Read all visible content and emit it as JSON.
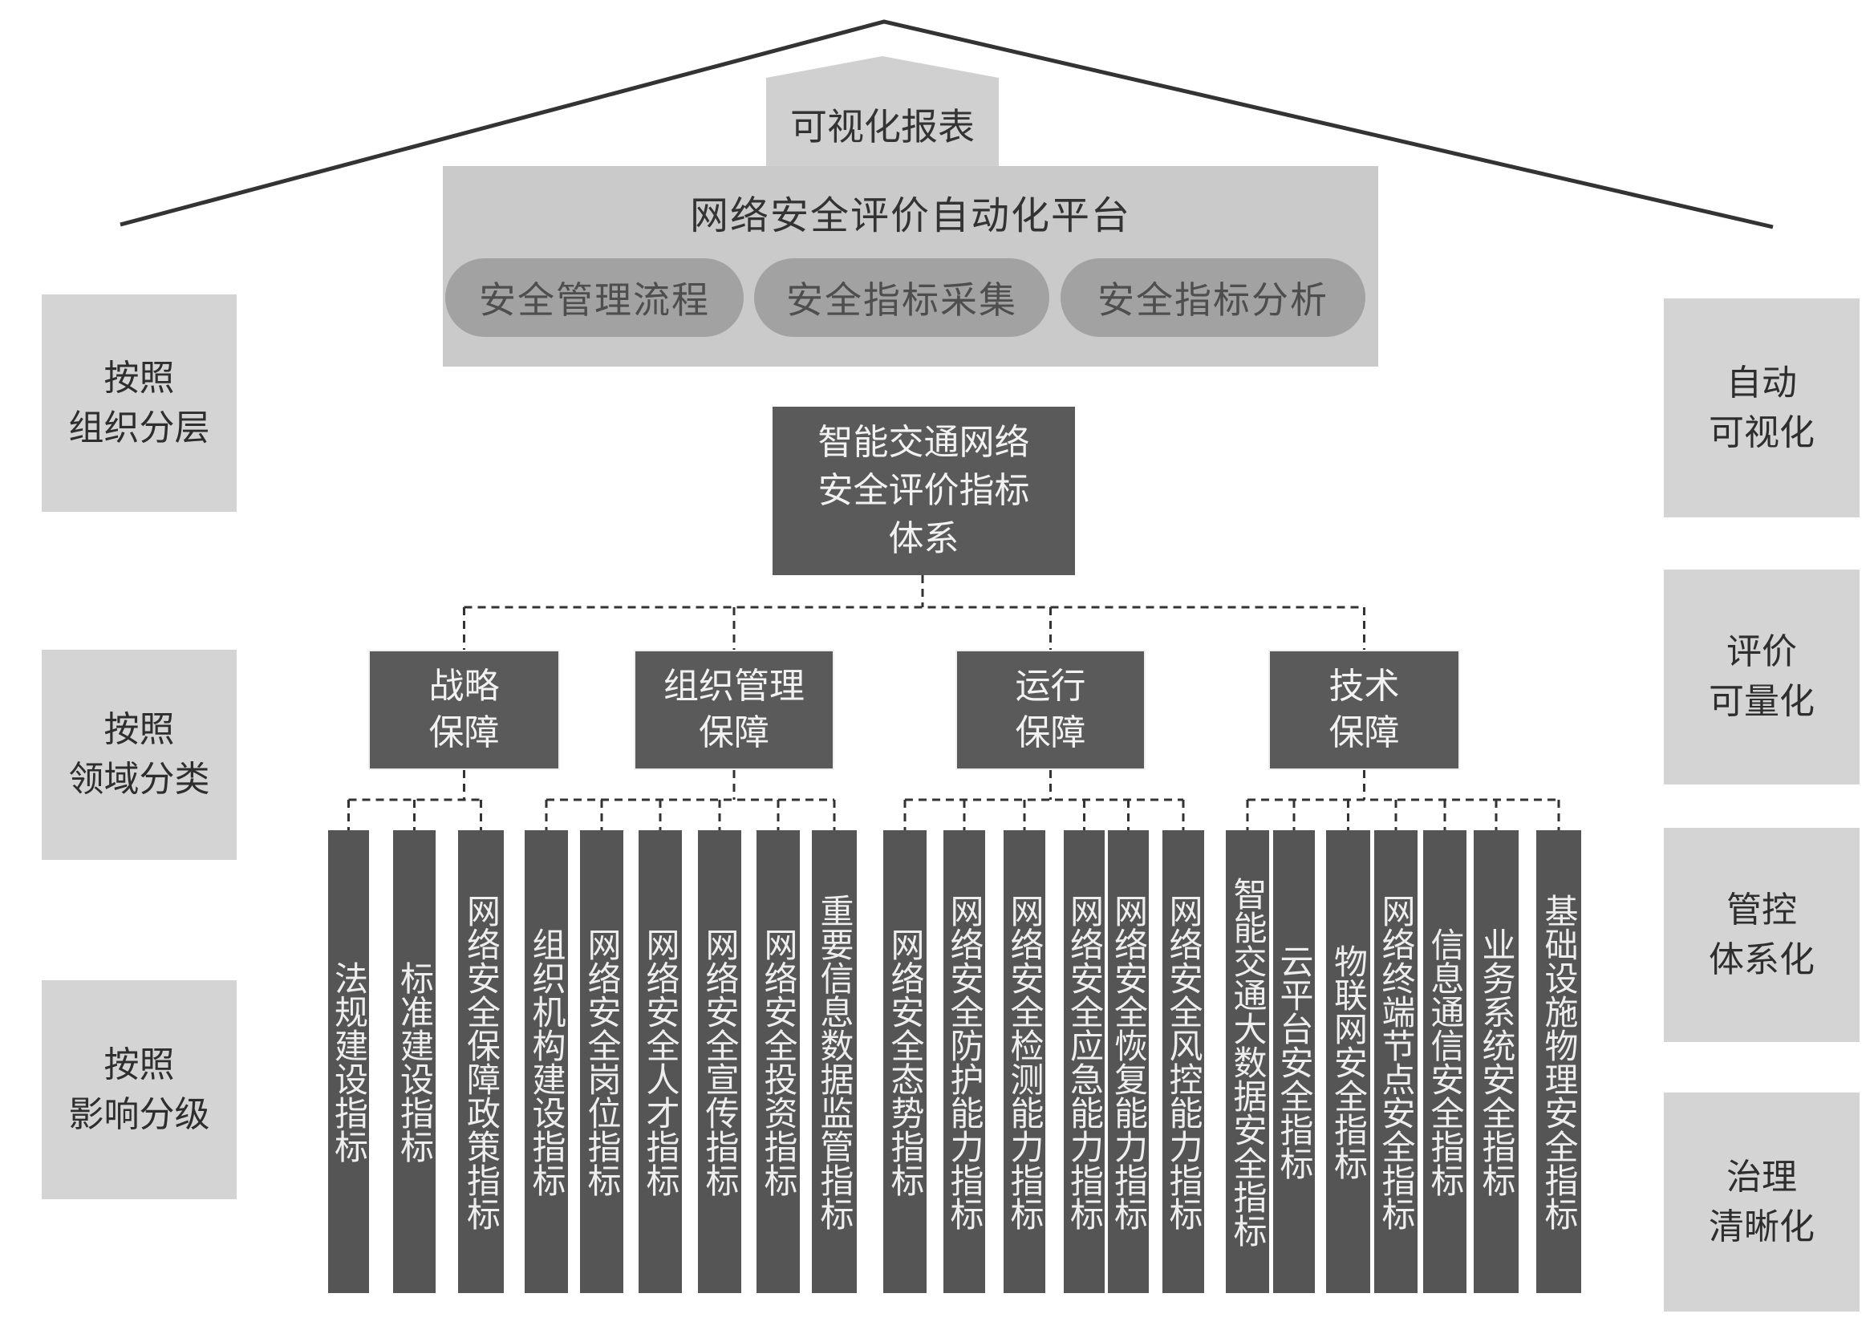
{
  "top_label": "可视化报表",
  "platform": {
    "title": "网络安全评价自动化平台",
    "modules": [
      "安全管理流程",
      "安全指标采集",
      "安全指标分析"
    ]
  },
  "left_labels": [
    [
      "按照",
      "组织分层"
    ],
    [
      "按照",
      "领域分类"
    ],
    [
      "按照",
      "影响分级"
    ]
  ],
  "right_labels": [
    [
      "自动",
      "可视化"
    ],
    [
      "评价",
      "可量化"
    ],
    [
      "管控",
      "体系化"
    ],
    [
      "治理",
      "清晰化"
    ]
  ],
  "root": [
    "智能交通网络",
    "安全评价指标",
    "体系"
  ],
  "categories": [
    {
      "label": [
        "战略",
        "保障"
      ],
      "indicators": [
        "法规建设指标",
        "标准建设指标",
        "网络安全保障政策指标"
      ]
    },
    {
      "label": [
        "组织管理",
        "保障"
      ],
      "indicators": [
        "组织机构建设指标",
        "网络安全岗位指标",
        "网络安全人才指标",
        "网络安全宣传指标",
        "网络安全投资指标",
        "重要信息数据监管指标"
      ]
    },
    {
      "label": [
        "运行",
        "保障"
      ],
      "indicators": [
        "网络安全态势指标",
        "网络安全防护能力指标",
        "网络安全检测能力指标",
        "网络安全应急能力指标",
        "网络安全恢复能力指标",
        "网络安全风控能力指标"
      ]
    },
    {
      "label": [
        "技术",
        "保障"
      ],
      "indicators": [
        "智能交通大数据安全指标",
        "云平台安全指标",
        "物联网安全指标",
        "网络终端节点安全指标",
        "信息通信安全指标",
        "业务系统安全指标",
        "基础设施物理安全指标"
      ]
    }
  ]
}
